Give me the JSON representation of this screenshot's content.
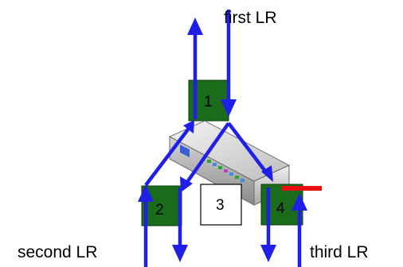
{
  "labels": {
    "first": "first LR",
    "second": "second LR",
    "third": "third LR"
  },
  "boxes": [
    {
      "id": "1",
      "label": "1",
      "color": "#1a6b1a"
    },
    {
      "id": "2",
      "label": "2",
      "color": "#1a6b1a"
    },
    {
      "id": "3",
      "label": "3",
      "color": "#ffffff"
    },
    {
      "id": "4",
      "label": "4",
      "color": "#1a6b1a"
    }
  ],
  "colors": {
    "arrow": "#1f1fe8",
    "bar": "#e81010",
    "green": "#1a6b1a"
  },
  "icons": [
    "network-switch-icon"
  ]
}
